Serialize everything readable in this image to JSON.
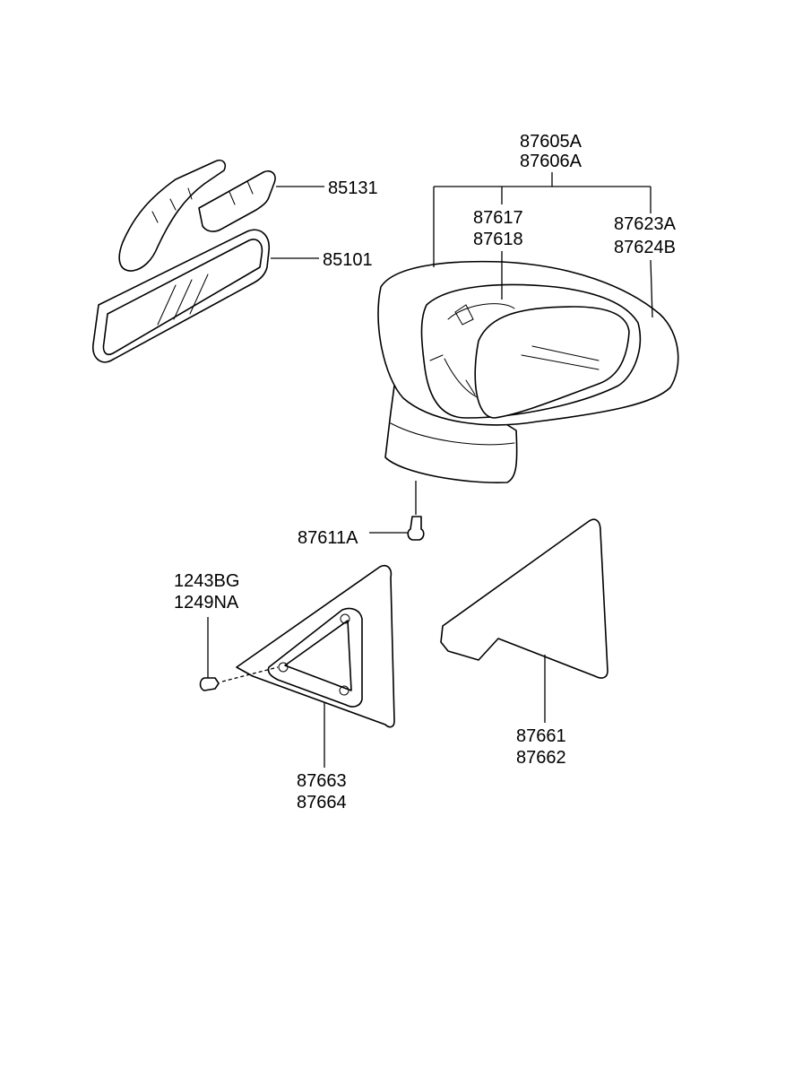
{
  "labels": {
    "p85131": "85131",
    "p85101": "85101",
    "p87605A": "87605A",
    "p87606A": "87606A",
    "p87617": "87617",
    "p87618": "87618",
    "p87623A": "87623A",
    "p87624B": "87624B",
    "p87611A": "87611A",
    "p1243BG": "1243BG",
    "p1249NA": "1249NA",
    "p87661": "87661",
    "p87662": "87662",
    "p87663": "87663",
    "p87664": "87664"
  }
}
